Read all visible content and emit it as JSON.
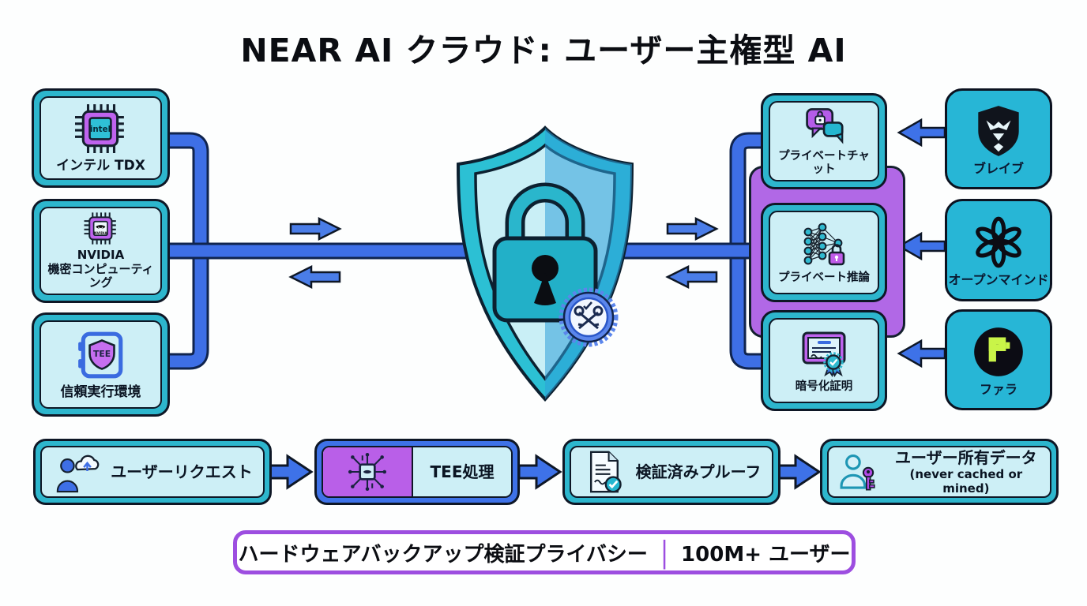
{
  "title": "NEAR AI クラウド: ユーザー主権型 AI",
  "left_modules": [
    {
      "label": "インテル TDX",
      "icon_text": "intel"
    },
    {
      "label": "NVIDIA\n機密コンピューティング",
      "icon_text": "NVIDIA"
    },
    {
      "label": "信頼実行環境",
      "icon_text": "TEE"
    }
  ],
  "right_features": [
    {
      "label": "プライベートチャット"
    },
    {
      "label": "プライベート推論"
    },
    {
      "label": "暗号化証明"
    }
  ],
  "partners": [
    {
      "label": "ブレイブ",
      "icon": "brave-lion"
    },
    {
      "label": "オープンマインド",
      "icon": "openai-knot"
    },
    {
      "label": "ファラ",
      "icon": "phala-p",
      "icon_text": "P"
    }
  ],
  "flow": [
    {
      "label": "ユーザーリクエスト"
    },
    {
      "label": "TEE処理"
    },
    {
      "label": "検証済みプルーフ"
    },
    {
      "label": "ユーザー所有データ",
      "sublabel": "(never cached or mined)"
    }
  ],
  "banner": {
    "features": "ハードウェアバックアップ検証プライバシー",
    "divider": "|",
    "users": "100M+ ユーザー"
  },
  "colors": {
    "teal_border": "#2db6cd",
    "light_cyan": "#cdeff6",
    "connector_blue": "#3e6fe6",
    "purple_accent": "#b168e6",
    "banner_purple": "#9d4ee0",
    "phala_green": "#c9f448",
    "shield_left": "#c9eff6",
    "shield_right": "#8fd8ee"
  }
}
